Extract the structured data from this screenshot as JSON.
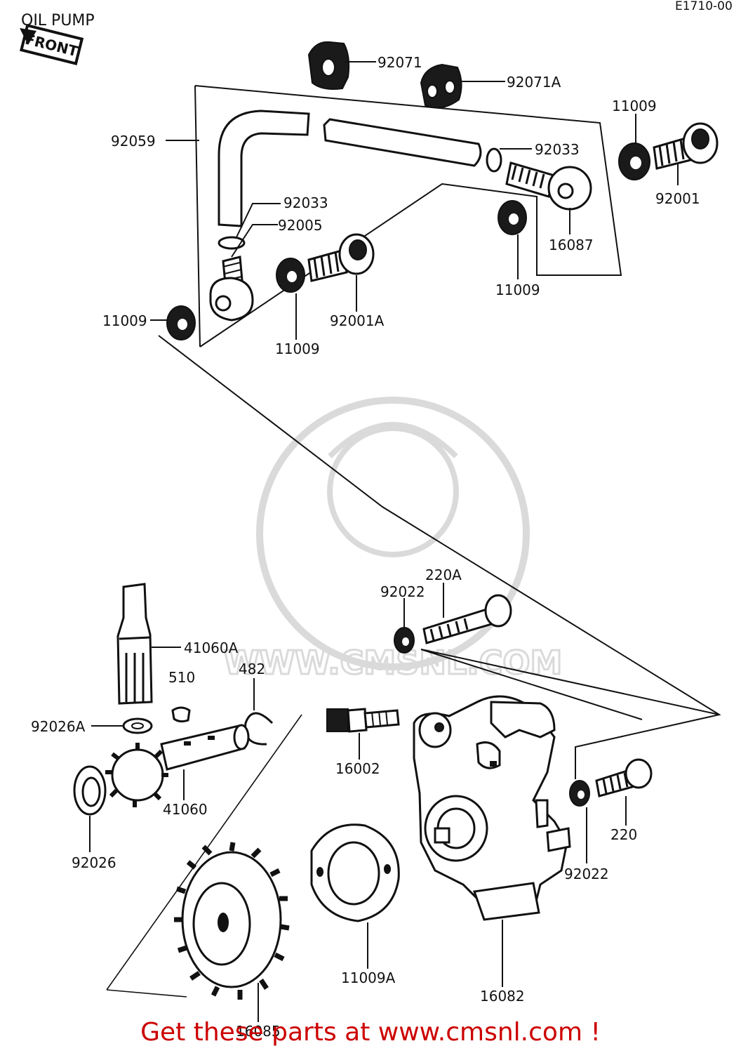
{
  "header": {
    "title": "OIL PUMP",
    "ref_code": "E1710-00",
    "front_label": "FRONT"
  },
  "labels": {
    "p92071": "92071",
    "p92071A": "92071A",
    "p92059": "92059",
    "p92033_top": "92033",
    "p11009_tr": "11009",
    "p92001": "92001",
    "p92033_left": "92033",
    "p92005": "92005",
    "p16087": "16087",
    "p11009_mid": "11009",
    "p11009_left": "11009",
    "p92001A": "92001A",
    "p11009_bot": "11009",
    "p220A": "220A",
    "p92022_top": "92022",
    "p41060A": "41060A",
    "p510": "510",
    "p482": "482",
    "p92026A": "92026A",
    "p16002": "16002",
    "p41060": "41060",
    "p220": "220",
    "p92026": "92026",
    "p92022_bot": "92022",
    "p11009A": "11009A",
    "p16082": "16082",
    "p16085": "16085"
  },
  "watermark": {
    "text": "WWW.CMSNL.COM"
  },
  "footer": {
    "text": "Get these parts at www.cmsnl.com !"
  },
  "colors": {
    "footer_text": "#cc0000",
    "line_art": "#111111",
    "watermark": "#d6d6d6"
  }
}
